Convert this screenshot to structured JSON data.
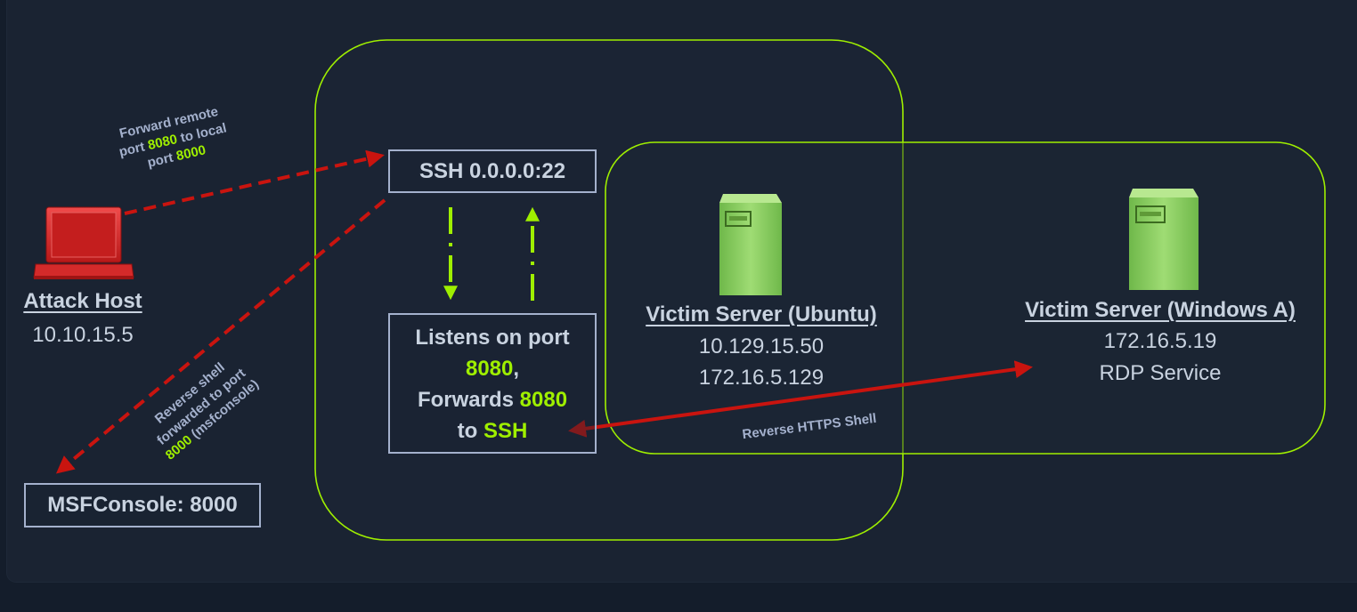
{
  "colors": {
    "background": "#141d2b",
    "panel": "#1a2332",
    "zone_border": "#9fef00",
    "text": "#c9d3e0",
    "highlight": "#9fef00",
    "attack_arrow": "#c9140f",
    "laptop": "#d42a2a",
    "server": "#8fd462"
  },
  "icons": {
    "attack_host": "laptop-icon",
    "victim_ubuntu": "server-icon",
    "victim_windows": "server-icon"
  },
  "nodes": {
    "attack_host": {
      "title": "Attack Host",
      "ip": "10.10.15.5"
    },
    "msfconsole": {
      "label": "MSFConsole: 8000"
    },
    "ssh": {
      "label": "SSH 0.0.0.0:22"
    },
    "listener": {
      "line1": "Listens on port",
      "port1": "8080",
      "comma": ",",
      "line3_prefix": "Forwards ",
      "port2": "8080",
      "line4_prefix": "to ",
      "target": "SSH"
    },
    "victim_ubuntu": {
      "title": "Victim Server (Ubuntu)",
      "ip1": "10.129.15.50",
      "ip2": "172.16.5.129"
    },
    "victim_windows": {
      "title": "Victim Server (Windows A)",
      "ip": "172.16.5.19",
      "service": "RDP Service"
    }
  },
  "annotations": {
    "forward": {
      "line1": "Forward remote",
      "line2_prefix": "port ",
      "line2_port": "8080",
      "line2_suffix": " to local",
      "line3_prefix": "port ",
      "line3_port": "8000"
    },
    "reverse": {
      "line1": "Reverse shell",
      "line2": "forwarded to port",
      "line3_port": "8000",
      "line3_suffix": " (msfconsole)"
    },
    "https": "Reverse HTTPS Shell"
  }
}
